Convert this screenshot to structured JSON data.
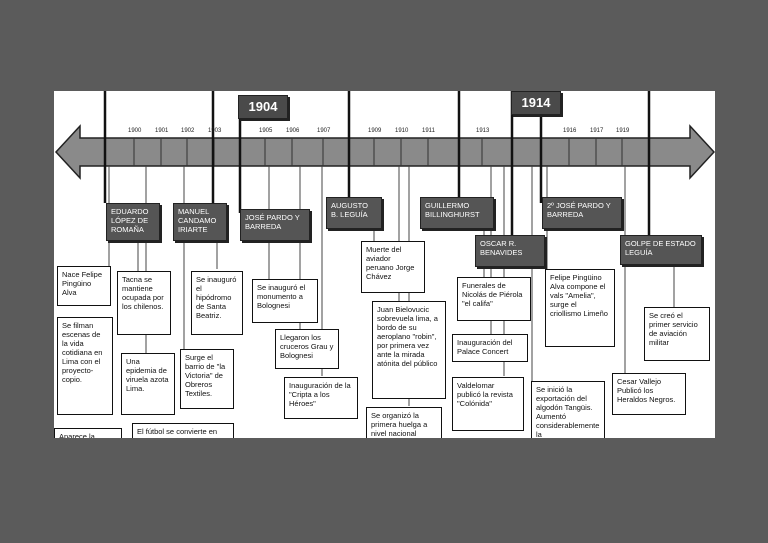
{
  "big_years": [
    "1904",
    "1914"
  ],
  "ticks": [
    "1900",
    "1901",
    "1902",
    "1903",
    "1905",
    "1906",
    "1907",
    "1909",
    "1910",
    "1911",
    "1913",
    "1916",
    "1917",
    "1919"
  ],
  "governments": [
    "EDUARDO LÓPEZ DE ROMAÑA",
    "MANUEL CANDAMO IRIARTE",
    "JOSÉ PARDO Y BARREDA",
    "AUGUSTO B. LEGUÍA",
    "GUILLERMO BILLINGHURST",
    "OSCAR R. BENAVIDES",
    "2º JOSÉ PARDO Y BARREDA",
    "GOLPE DE ESTADO LEGUÍA"
  ],
  "events": [
    "Nace Felipe Pingüino Alva",
    "Se filman escenas de la vida cotidiana en Lima con el proyecto-copio.",
    "Aparece la",
    "Tacna se mantiene ocupada por los chilenos.",
    "Una epidemia de viruela azota Lima.",
    "El fútbol se convierte en",
    "Se inauguró el hipódromo de Santa Beatriz.",
    "Surge el barrio de \"la Victoria\" de Obreros Textiles.",
    "Se inauguró el monumento a Bolognesi",
    "Llegaron los cruceros Grau y Bolognesi",
    "Inauguración de la \"Cripta a los Héroes\"",
    "Muerte del aviador peruano Jorge Chávez",
    "Juan Bielovucic sobrevuela lima, a bordo de su aeroplano \"robin\", por primera vez ante la mirada atónita del público",
    "Se organizó la primera huelga a nivel nacional",
    "Funerales de Nicolás de Piérola \"el califa\"",
    "Inauguración del Palace Concert",
    "Valdelomar publicó la revista \"Colónida\"",
    "Felipe Pingüino Alva compone el vals \"Amelia\", surge el criollismo Limeño",
    "Se inició la exportación del algodón Tangüis. Aumentó considerablemente la",
    "Cesar Vallejo Publicó los Heraldos Negros.",
    "Se creó el primer servicio de aviación militar"
  ]
}
